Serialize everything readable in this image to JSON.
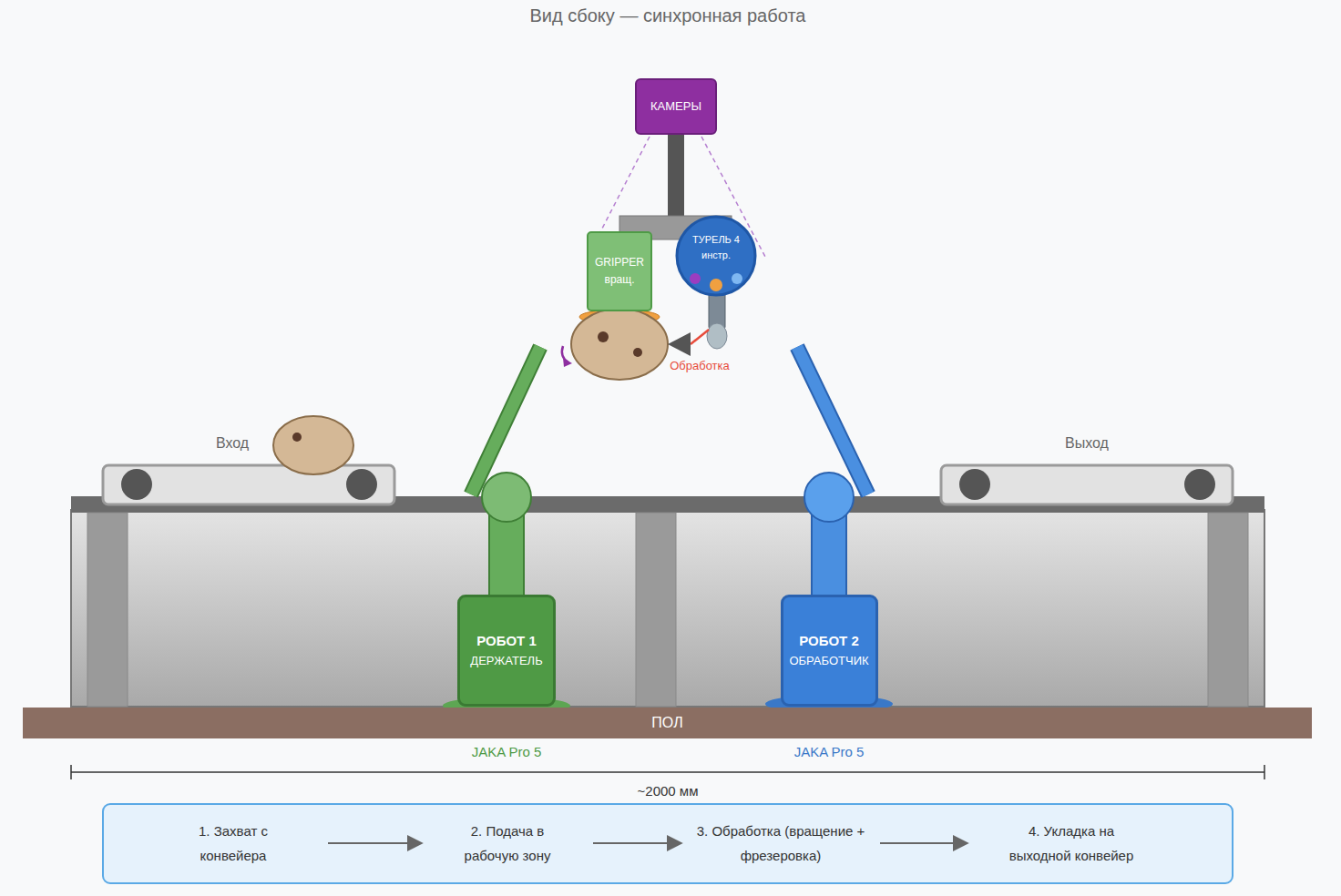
{
  "diagram": {
    "title": "Вид сбоку — синхронная работа",
    "nodes": [
      {
        "text": [
          "КАМЕРЫ"
        ]
      },
      {
        "text": [
          "GRIPPER вращ."
        ]
      },
      {
        "text": [
          "ТУРЕЛЬ 4 инстр."
        ]
      },
      {
        "text": [
          "РОБОТ 1",
          "ДЕРЖАТЕЛЬ"
        ]
      },
      {
        "text": [
          "РОБОТ 2",
          "ОБРАБОТЧИК"
        ]
      },
      {
        "text": [
          "ПОЛ"
        ]
      },
      {
        "text": [
          "1. Захват с конвейера"
        ]
      },
      {
        "text": [
          "2. Подача в рабочую зону"
        ]
      },
      {
        "text": [
          "3. Обработка (вращение + фрезеровка)"
        ]
      },
      {
        "text": [
          "4. Укладка на выходной конвейер"
        ]
      }
    ],
    "edges": [
      {
        "from": 6,
        "to": 7,
        "arrow": "to"
      },
      {
        "from": 7,
        "to": 8,
        "arrow": "to"
      },
      {
        "from": 8,
        "to": 9,
        "arrow": "to"
      }
    ],
    "labels": [
      "Вход",
      "Выход",
      "Обработка",
      "JAKA Pro 5",
      "JAKA Pro 5",
      "~2000 мм"
    ]
  }
}
